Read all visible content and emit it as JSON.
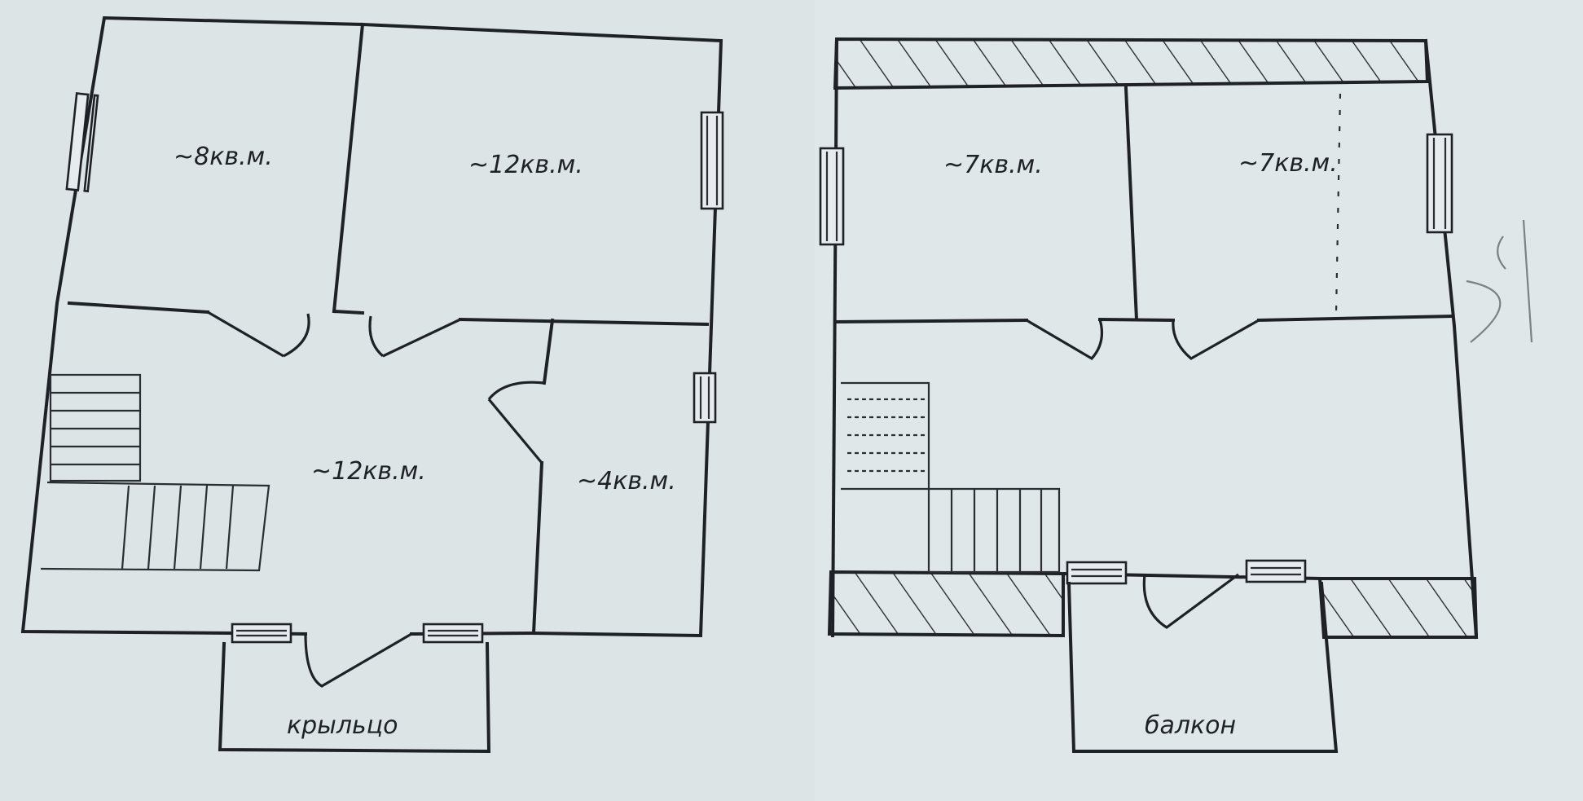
{
  "floor_plans": [
    {
      "id": "ground-floor",
      "rooms": [
        {
          "id": "room-top-left",
          "area_label": "~8кв.м."
        },
        {
          "id": "room-top-right",
          "area_label": "~12кв.м."
        },
        {
          "id": "hall",
          "area_label": "~12кв.м."
        },
        {
          "id": "room-small",
          "area_label": "~4кв.м."
        }
      ],
      "entrance_label": "крыльцо"
    },
    {
      "id": "upper-floor",
      "rooms": [
        {
          "id": "room-left",
          "area_label": "~7кв.м."
        },
        {
          "id": "room-right",
          "area_label": "~7кв.м."
        }
      ],
      "entrance_label": "балкон"
    }
  ],
  "colors": {
    "paper": "#dde4e6",
    "ink": "#1e2226"
  }
}
